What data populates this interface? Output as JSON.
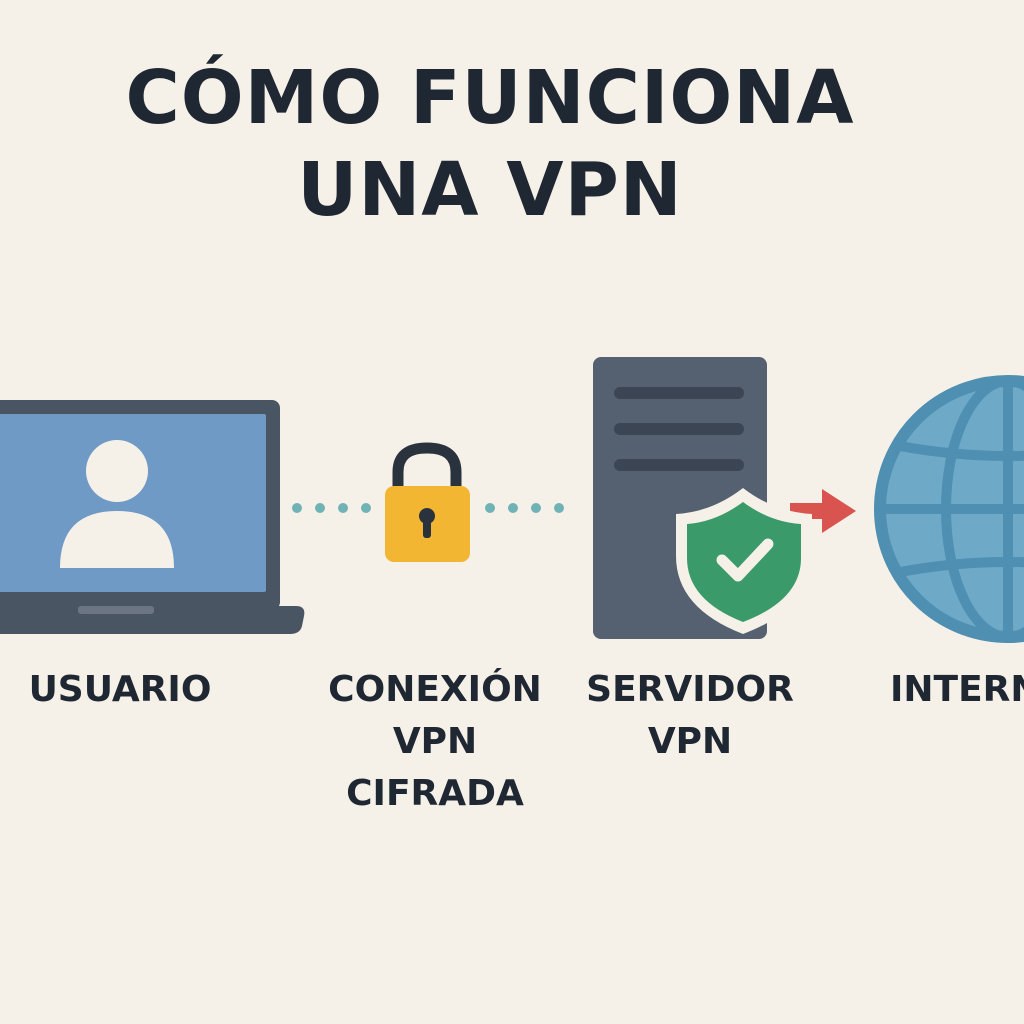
{
  "title": {
    "line1": "CÓMO FUNCIONA",
    "line2": "UNA VPN"
  },
  "nodes": {
    "user": {
      "label": "USUARIO",
      "icon": "laptop-user-icon"
    },
    "connection": {
      "label_line1": "CONEXIÓN",
      "label_line2": "VPN",
      "label_line3": "CIFRADA",
      "icon": "padlock-icon"
    },
    "server": {
      "label_line1": "SERVIDOR",
      "label_line2": "VPN",
      "icon": "server-icon",
      "badge_icon": "shield-check-icon"
    },
    "internet": {
      "label": "INTERNET",
      "icon": "globe-icon"
    }
  },
  "colors": {
    "background": "#f6f1e8",
    "text": "#1f2733",
    "laptop_frame": "#4a5563",
    "laptop_screen": "#6f9ac6",
    "padlock": "#f2b632",
    "dots": "#6fb3b6",
    "server": "#556070",
    "shield": "#3a9a6a",
    "arrow": "#d9534f",
    "globe": "#6ea9c8"
  }
}
